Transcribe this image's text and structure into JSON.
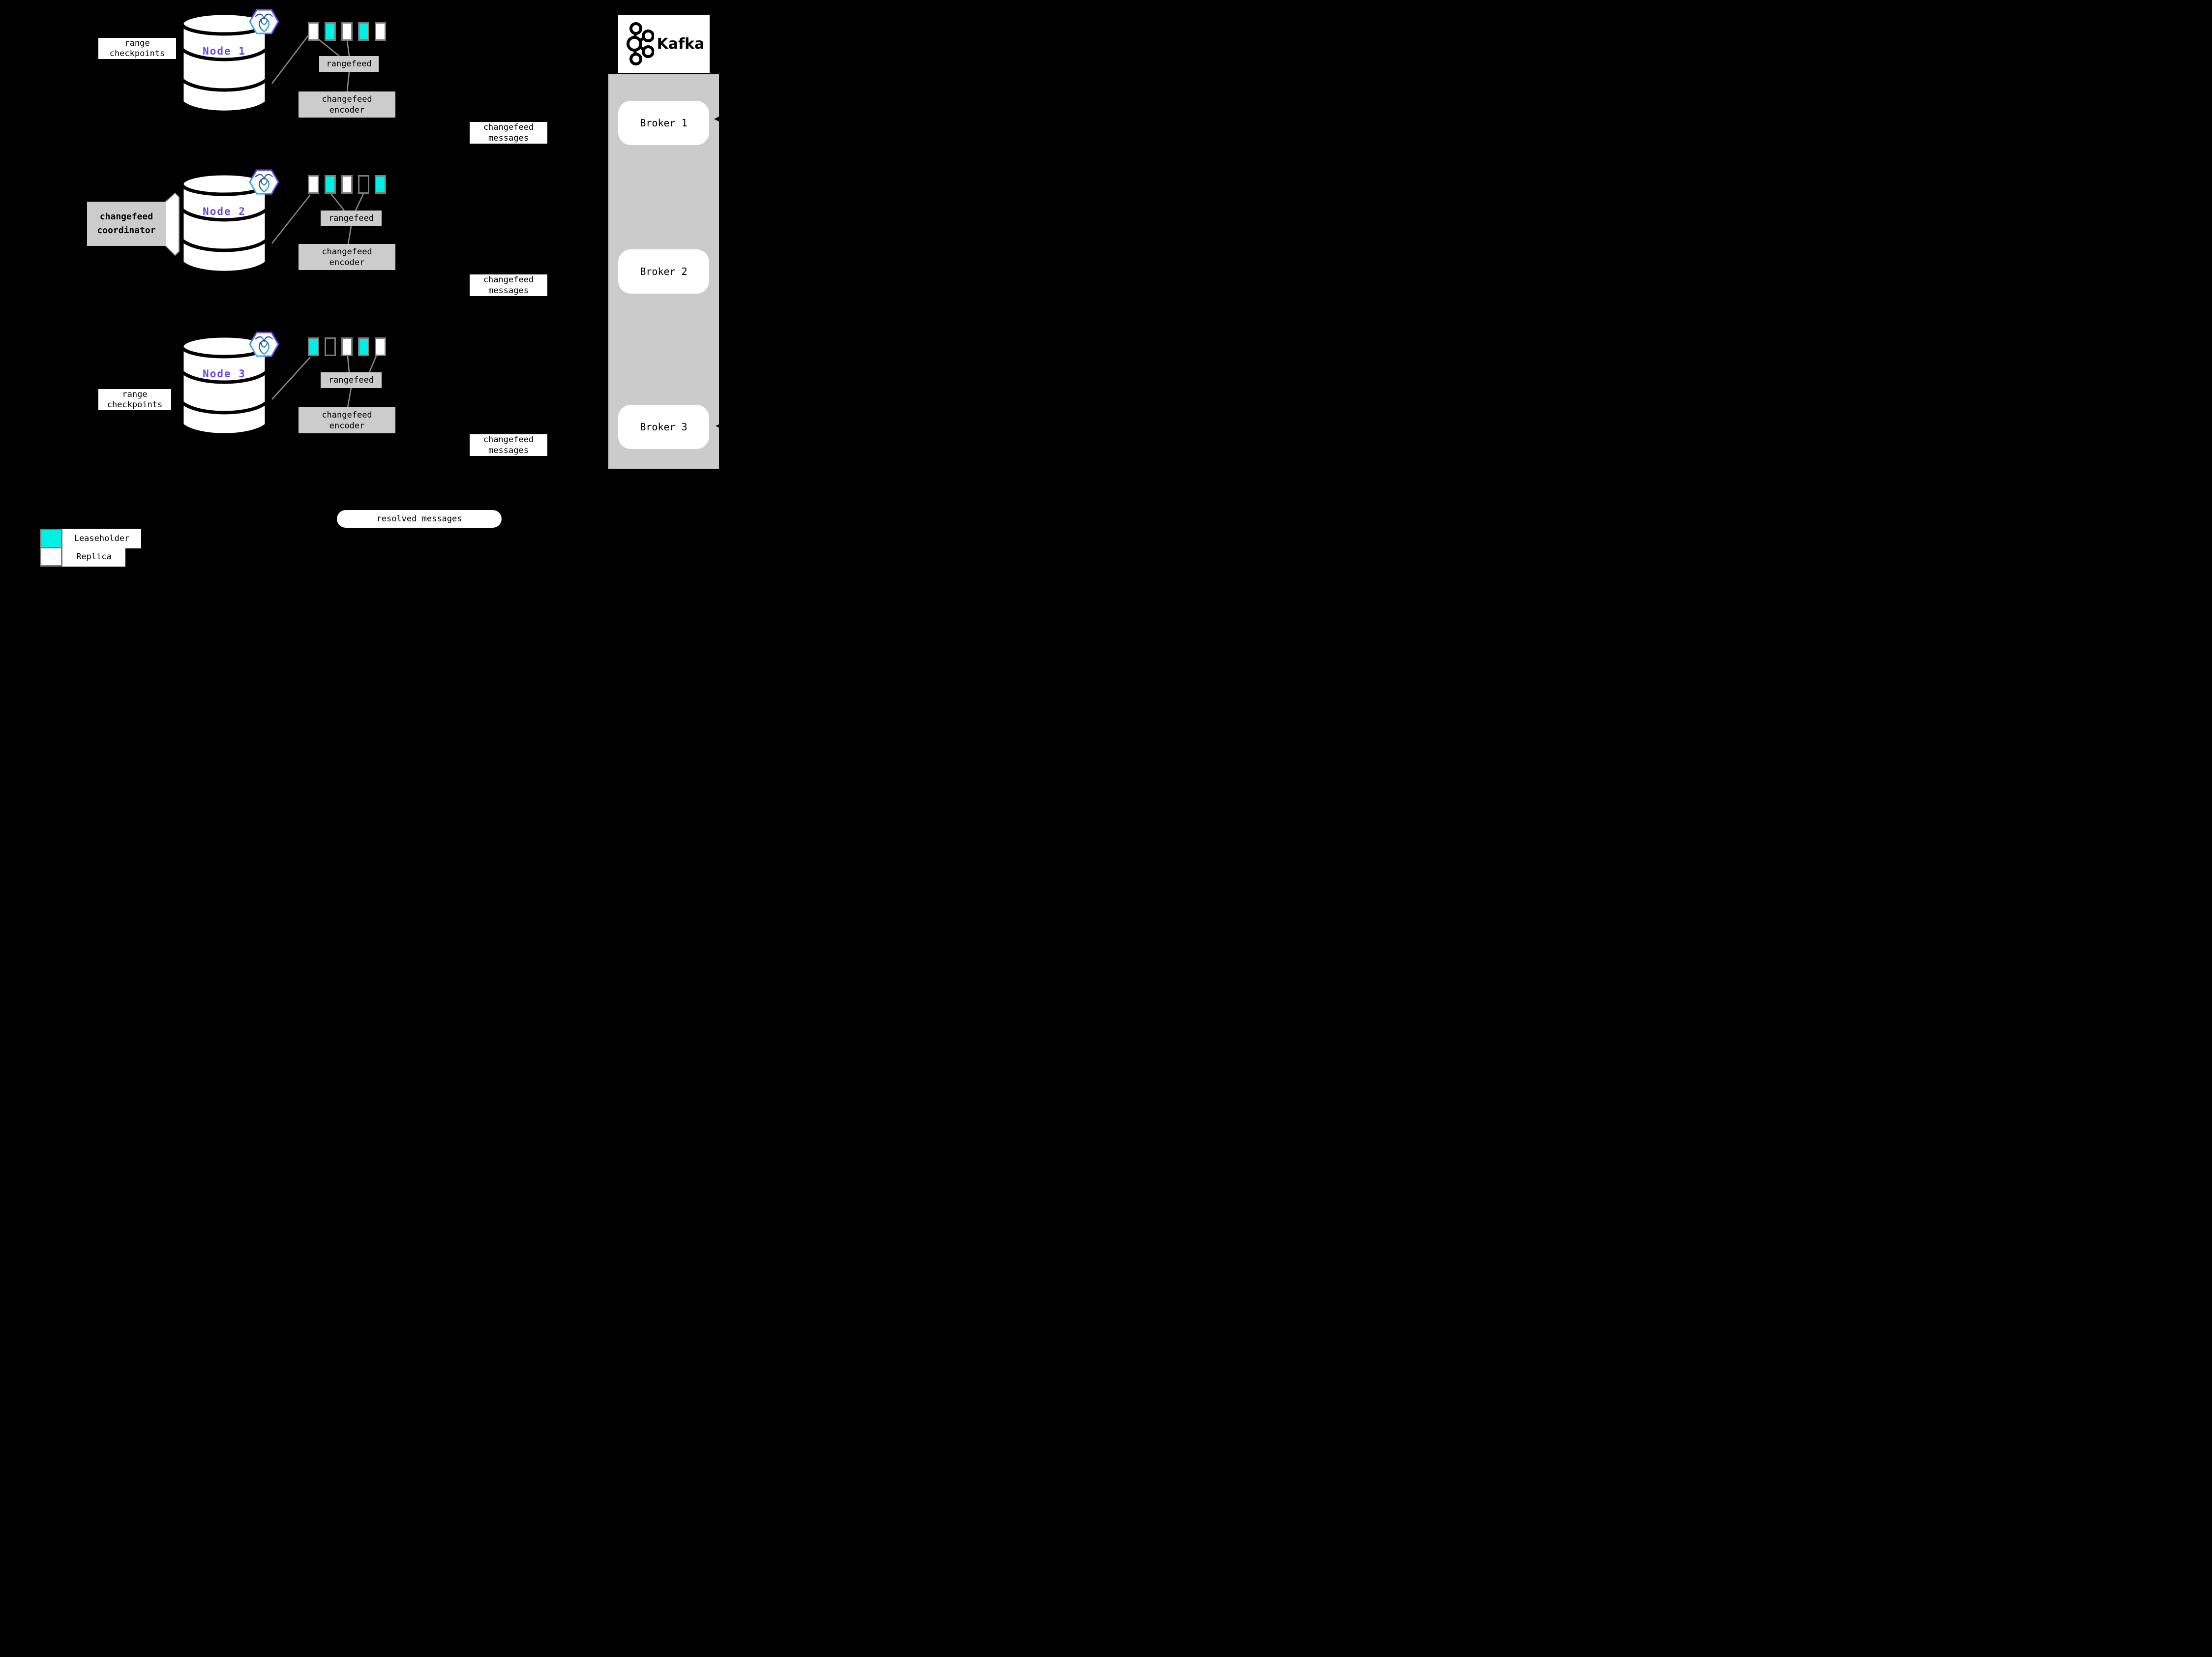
{
  "palette": {
    "background": "#000000",
    "leaseholder": "#00F0E6",
    "replica": "#FFFFFF",
    "box_gray": "#CCCCCC",
    "broker_container": "#CBCBCB",
    "node_label": "#6847EE",
    "line_gray": "#8C8C8C",
    "range_border": "#7A7A7A"
  },
  "nodes": [
    {
      "label": "Node 1",
      "ranges": [
        "replica",
        "leaseholder",
        "replica",
        "leaseholder",
        "replica"
      ]
    },
    {
      "label": "Node 2",
      "ranges": [
        "replica",
        "leaseholder",
        "replica",
        "empty",
        "leaseholder"
      ]
    },
    {
      "label": "Node 3",
      "ranges": [
        "leaseholder",
        "empty",
        "replica",
        "leaseholder",
        "replica"
      ]
    }
  ],
  "labels": {
    "rangefeed": "rangefeed",
    "encoder": {
      "line1": "changefeed",
      "line2": "encoder"
    },
    "messages": {
      "line1": "changefeed",
      "line2": "messages"
    },
    "checkpoints": {
      "line1": "range",
      "line2": "checkpoints"
    },
    "coordinator": {
      "line1": "changefeed",
      "line2": "coordinator"
    },
    "resolved": "resolved messages"
  },
  "kafka": {
    "title": "Kafka",
    "brokers": [
      {
        "label": "Broker 1"
      },
      {
        "label": "Broker 2"
      },
      {
        "label": "Broker 3"
      }
    ]
  },
  "legend": [
    {
      "type": "leaseholder",
      "label": "Leaseholder"
    },
    {
      "type": "replica",
      "label": "Replica"
    }
  ]
}
